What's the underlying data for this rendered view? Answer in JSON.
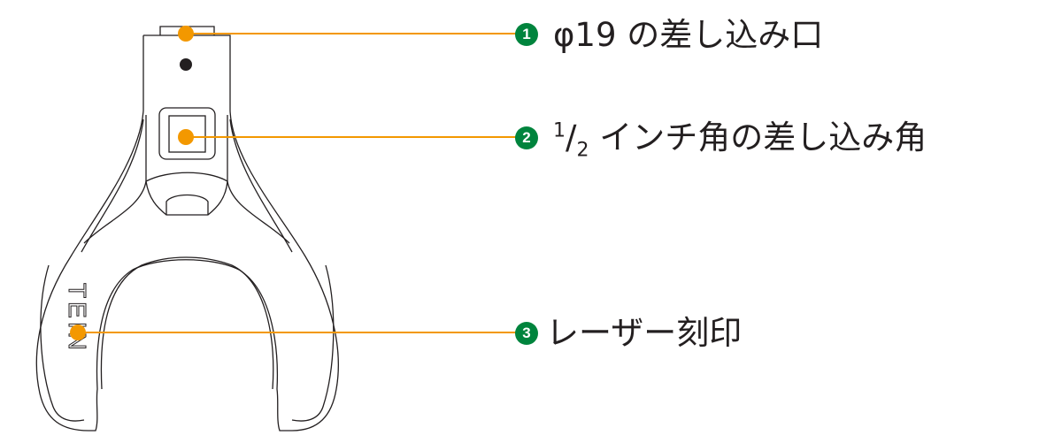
{
  "callouts": [
    {
      "number": "1",
      "text": "φ19 の差し込み口"
    },
    {
      "number": "2",
      "fraction_num": "1",
      "fraction_sep": "/",
      "fraction_den": "2",
      "text": " インチ角の差し込み角"
    },
    {
      "number": "3",
      "text": "レーザー刻印"
    }
  ],
  "engraving": "TEIN",
  "colors": {
    "leader": "#f39800",
    "badge": "#00843d",
    "text": "#231f20",
    "outline": "#231f20"
  }
}
